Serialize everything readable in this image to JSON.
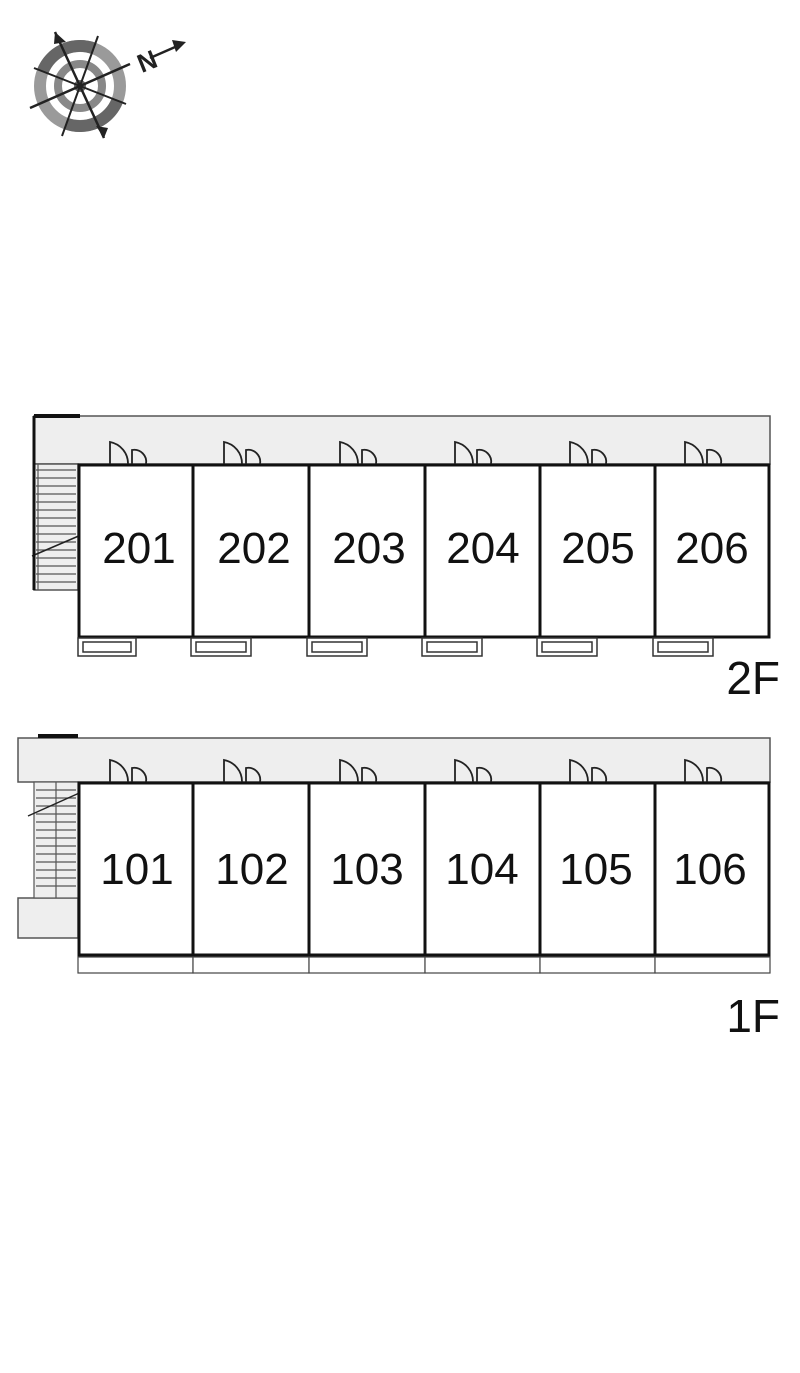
{
  "compass": {
    "north_label": "N",
    "icon": "compass-rose-icon"
  },
  "floors": [
    {
      "label": "2F",
      "units": [
        "201",
        "202",
        "203",
        "204",
        "205",
        "206"
      ]
    },
    {
      "label": "1F",
      "units": [
        "101",
        "102",
        "103",
        "104",
        "105",
        "106"
      ]
    }
  ],
  "colors": {
    "wall": "#111111",
    "corridor": "#eeeeee",
    "corridor_edge": "#555555",
    "background": "#ffffff"
  }
}
